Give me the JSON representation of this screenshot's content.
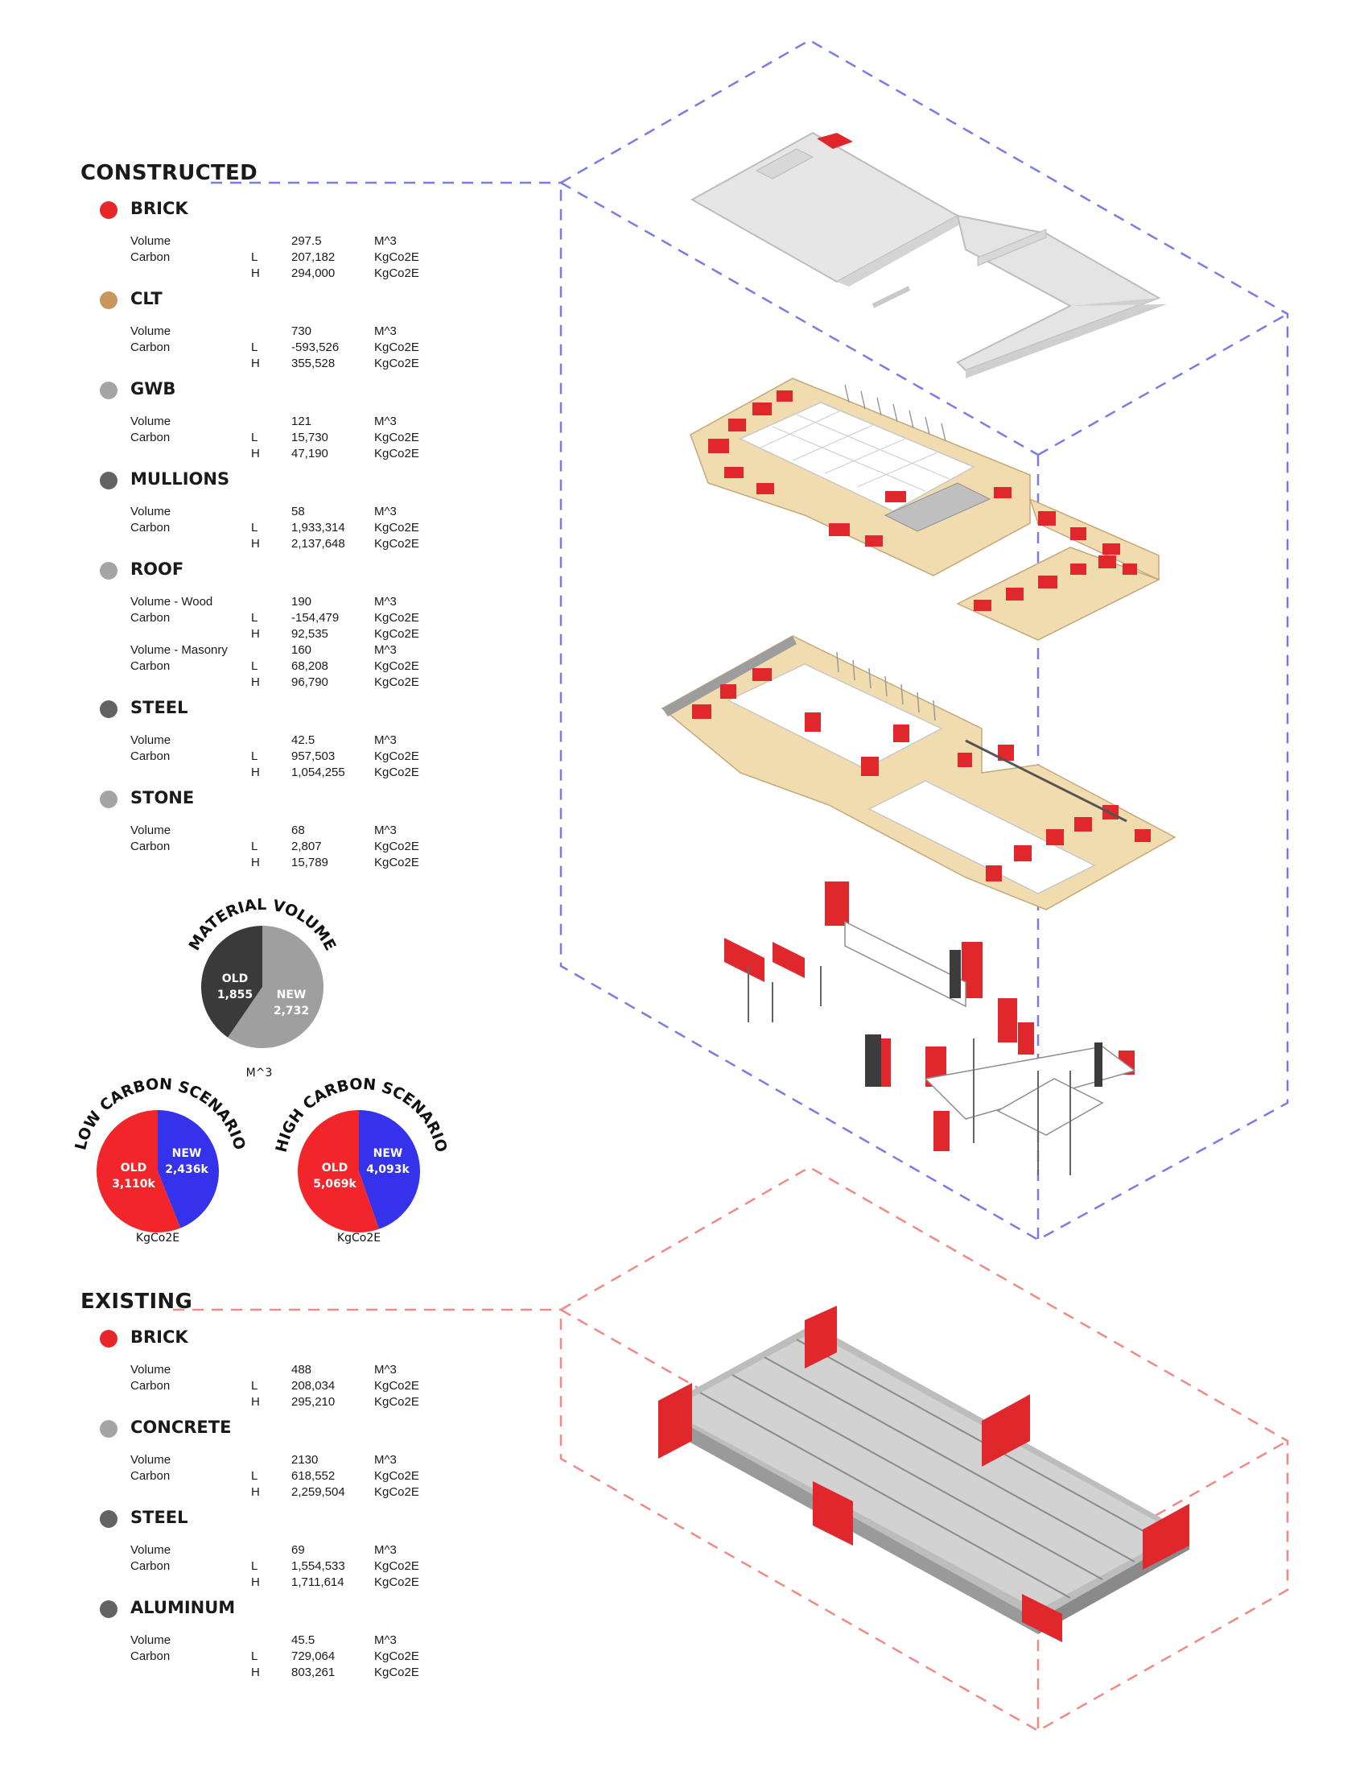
{
  "constructed": {
    "title": "CONSTRUCTED",
    "materials": [
      {
        "name": "BRICK",
        "color": "#e8262a",
        "rows": [
          {
            "label": "Volume",
            "lh": "",
            "value": "297.5",
            "unit": "M^3"
          },
          {
            "label": "Carbon",
            "lh": "L",
            "value": "207,182",
            "unit": "KgCo2E"
          },
          {
            "label": "",
            "lh": "H",
            "value": "294,000",
            "unit": "KgCo2E"
          }
        ]
      },
      {
        "name": "CLT",
        "color": "#c9975e",
        "rows": [
          {
            "label": "Volume",
            "lh": "",
            "value": "730",
            "unit": "M^3"
          },
          {
            "label": "Carbon",
            "lh": "L",
            "value": "-593,526",
            "unit": "KgCo2E"
          },
          {
            "label": "",
            "lh": "H",
            "value": "355,528",
            "unit": "KgCo2E"
          }
        ]
      },
      {
        "name": "GWB",
        "color": "#a4a4a4",
        "rows": [
          {
            "label": "Volume",
            "lh": "",
            "value": "121",
            "unit": "M^3"
          },
          {
            "label": "Carbon",
            "lh": "L",
            "value": "15,730",
            "unit": "KgCo2E"
          },
          {
            "label": "",
            "lh": "H",
            "value": "47,190",
            "unit": "KgCo2E"
          }
        ]
      },
      {
        "name": "MULLIONS",
        "color": "#636363",
        "rows": [
          {
            "label": "Volume",
            "lh": "",
            "value": "58",
            "unit": "M^3"
          },
          {
            "label": "Carbon",
            "lh": "L",
            "value": "1,933,314",
            "unit": "KgCo2E"
          },
          {
            "label": "",
            "lh": "H",
            "value": "2,137,648",
            "unit": "KgCo2E"
          }
        ]
      },
      {
        "name": "ROOF",
        "color": "#a4a4a4",
        "rows": [
          {
            "label": "Volume - Wood",
            "lh": "",
            "value": "190",
            "unit": "M^3"
          },
          {
            "label": "Carbon",
            "lh": "L",
            "value": "-154,479",
            "unit": "KgCo2E"
          },
          {
            "label": "",
            "lh": "H",
            "value": "92,535",
            "unit": "KgCo2E"
          },
          {
            "label": "Volume - Masonry",
            "lh": "",
            "value": "160",
            "unit": "M^3"
          },
          {
            "label": "Carbon",
            "lh": "L",
            "value": "68,208",
            "unit": "KgCo2E"
          },
          {
            "label": "",
            "lh": "H",
            "value": "96,790",
            "unit": "KgCo2E"
          }
        ]
      },
      {
        "name": "STEEL",
        "color": "#636363",
        "rows": [
          {
            "label": "Volume",
            "lh": "",
            "value": "42.5",
            "unit": "M^3"
          },
          {
            "label": "Carbon",
            "lh": "L",
            "value": "957,503",
            "unit": "KgCo2E"
          },
          {
            "label": "",
            "lh": "H",
            "value": "1,054,255",
            "unit": "KgCo2E"
          }
        ]
      },
      {
        "name": "STONE",
        "color": "#a4a4a4",
        "rows": [
          {
            "label": "Volume",
            "lh": "",
            "value": "68",
            "unit": "M^3"
          },
          {
            "label": "Carbon",
            "lh": "L",
            "value": "2,807",
            "unit": "KgCo2E"
          },
          {
            "label": "",
            "lh": "H",
            "value": "15,789",
            "unit": "KgCo2E"
          }
        ]
      }
    ]
  },
  "existing": {
    "title": "EXISTING",
    "materials": [
      {
        "name": "BRICK",
        "color": "#e8262a",
        "rows": [
          {
            "label": "Volume",
            "lh": "",
            "value": "488",
            "unit": "M^3"
          },
          {
            "label": "Carbon",
            "lh": "L",
            "value": "208,034",
            "unit": "KgCo2E"
          },
          {
            "label": "",
            "lh": "H",
            "value": "295,210",
            "unit": "KgCo2E"
          }
        ]
      },
      {
        "name": "CONCRETE",
        "color": "#a4a4a4",
        "rows": [
          {
            "label": "Volume",
            "lh": "",
            "value": "2130",
            "unit": "M^3"
          },
          {
            "label": "Carbon",
            "lh": "L",
            "value": "618,552",
            "unit": "KgCo2E"
          },
          {
            "label": "",
            "lh": "H",
            "value": "2,259,504",
            "unit": "KgCo2E"
          }
        ]
      },
      {
        "name": "STEEL",
        "color": "#636363",
        "rows": [
          {
            "label": "Volume",
            "lh": "",
            "value": "69",
            "unit": "M^3"
          },
          {
            "label": "Carbon",
            "lh": "L",
            "value": "1,554,533",
            "unit": "KgCo2E"
          },
          {
            "label": "",
            "lh": "H",
            "value": "1,711,614",
            "unit": "KgCo2E"
          }
        ]
      },
      {
        "name": "ALUMINUM",
        "color": "#636363",
        "rows": [
          {
            "label": "Volume",
            "lh": "",
            "value": "45.5",
            "unit": "M^3"
          },
          {
            "label": "Carbon",
            "lh": "L",
            "value": "729,064",
            "unit": "KgCo2E"
          },
          {
            "label": "",
            "lh": "H",
            "value": "803,261",
            "unit": "KgCo2E"
          }
        ]
      }
    ]
  },
  "chart_data": [
    {
      "type": "pie",
      "title": "MATERIAL VOLUME",
      "unit": "M^3",
      "categories": [
        "OLD",
        "NEW"
      ],
      "labels": [
        "1,855",
        "2,732"
      ],
      "values": [
        1855,
        2732
      ],
      "colors": [
        "#3a3a3a",
        "#9f9f9f"
      ]
    },
    {
      "type": "pie",
      "title": "LOW CARBON SCENARIO",
      "unit": "KgCo2E",
      "categories": [
        "OLD",
        "NEW"
      ],
      "labels": [
        "3,110k",
        "2,436k"
      ],
      "values": [
        3110,
        2436
      ],
      "colors": [
        "#f2262a",
        "#3432ea"
      ]
    },
    {
      "type": "pie",
      "title": "HIGH CARBON SCENARIO",
      "unit": "KgCo2E",
      "categories": [
        "OLD",
        "NEW"
      ],
      "labels": [
        "5,069k",
        "4,093k"
      ],
      "values": [
        5069,
        4093
      ],
      "colors": [
        "#f2262a",
        "#3432ea"
      ]
    }
  ],
  "colors": {
    "constructed_frame": "#7b7be8",
    "existing_frame": "#ef8a86",
    "brick_red": "#e0282c",
    "clt": "#f0d8a8",
    "gray": "#d0d0d0"
  }
}
